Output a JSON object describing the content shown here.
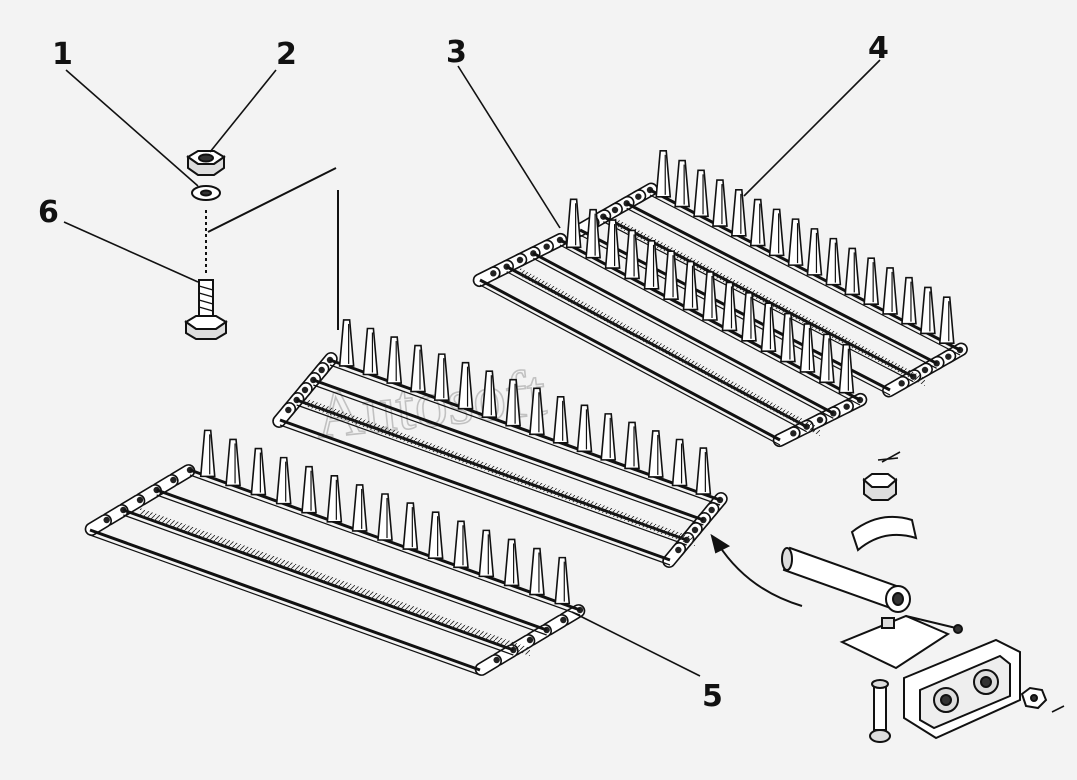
{
  "diagram": {
    "watermark": "Autosoft",
    "callouts": [
      {
        "id": "1",
        "label": "1"
      },
      {
        "id": "2",
        "label": "2"
      },
      {
        "id": "3",
        "label": "3"
      },
      {
        "id": "4",
        "label": "4"
      },
      {
        "id": "5",
        "label": "5"
      },
      {
        "id": "6",
        "label": "6"
      }
    ],
    "colors": {
      "line": "#111111",
      "background": "#f3f3f3",
      "watermark": "#9a9a9a"
    }
  }
}
